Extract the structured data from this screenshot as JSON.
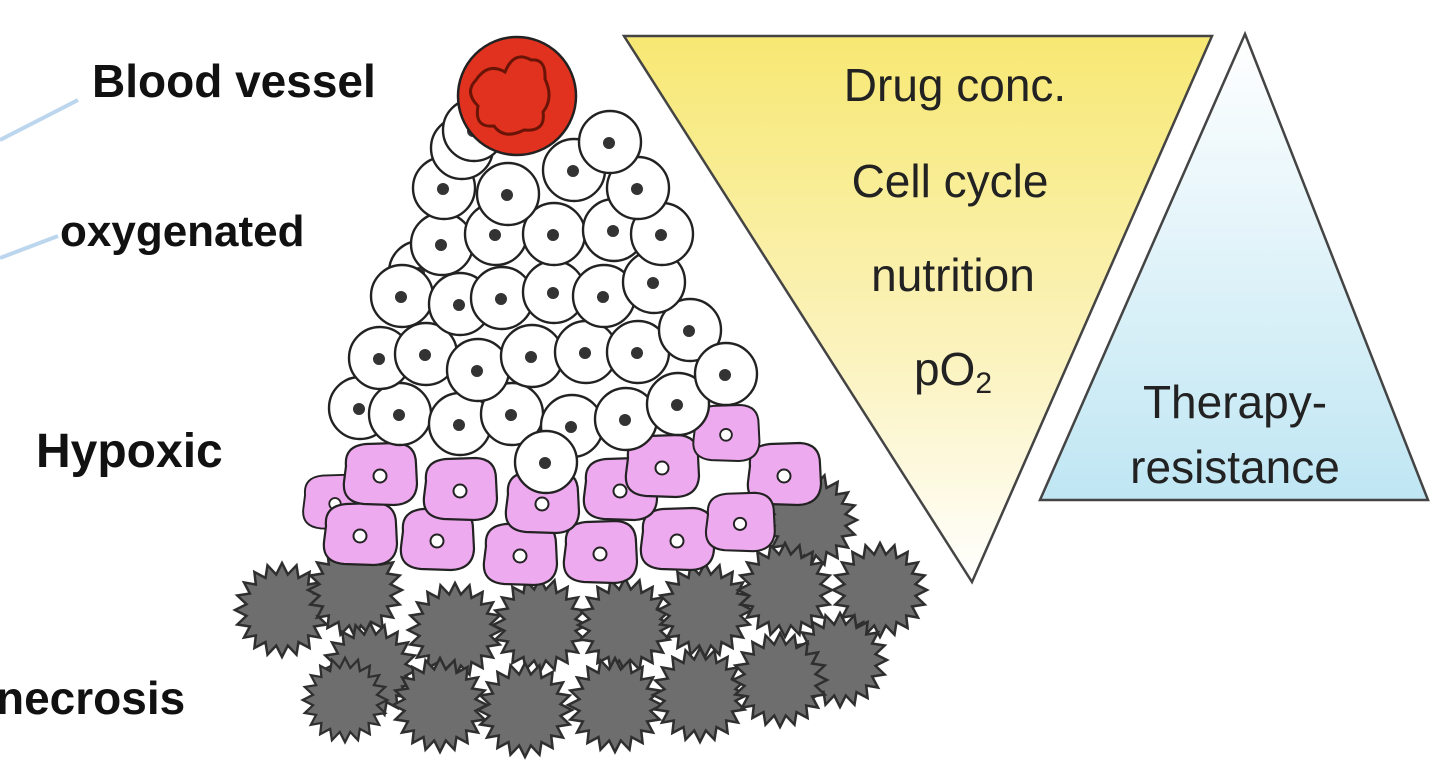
{
  "labels": {
    "blood_vessel": "Blood vessel",
    "oxygenated": "oxygenated",
    "hypoxic": "Hypoxic",
    "necrosis": "necrosis"
  },
  "gradient_factors": {
    "drug": "Drug conc.",
    "cell_cycle": "Cell cycle",
    "nutrition": "nutrition",
    "po2_base": "pO",
    "po2_sub": "2"
  },
  "therapy": {
    "line1": "Therapy-",
    "line2": "resistance"
  },
  "colors": {
    "vessel": "#e0321e",
    "oxygenated_cell": "#ffffff",
    "hypoxic_cell": "#eeaaee",
    "necrotic_cell": "#6e6e6e",
    "factor_triangle": "#f7e873",
    "therapy_triangle": "#bfe6f3",
    "leader_line": "#bcd6ee"
  },
  "icons": [
    "blood-vessel-icon",
    "oxygenated-cell-icon",
    "hypoxic-cell-icon",
    "necrotic-cell-icon"
  ]
}
